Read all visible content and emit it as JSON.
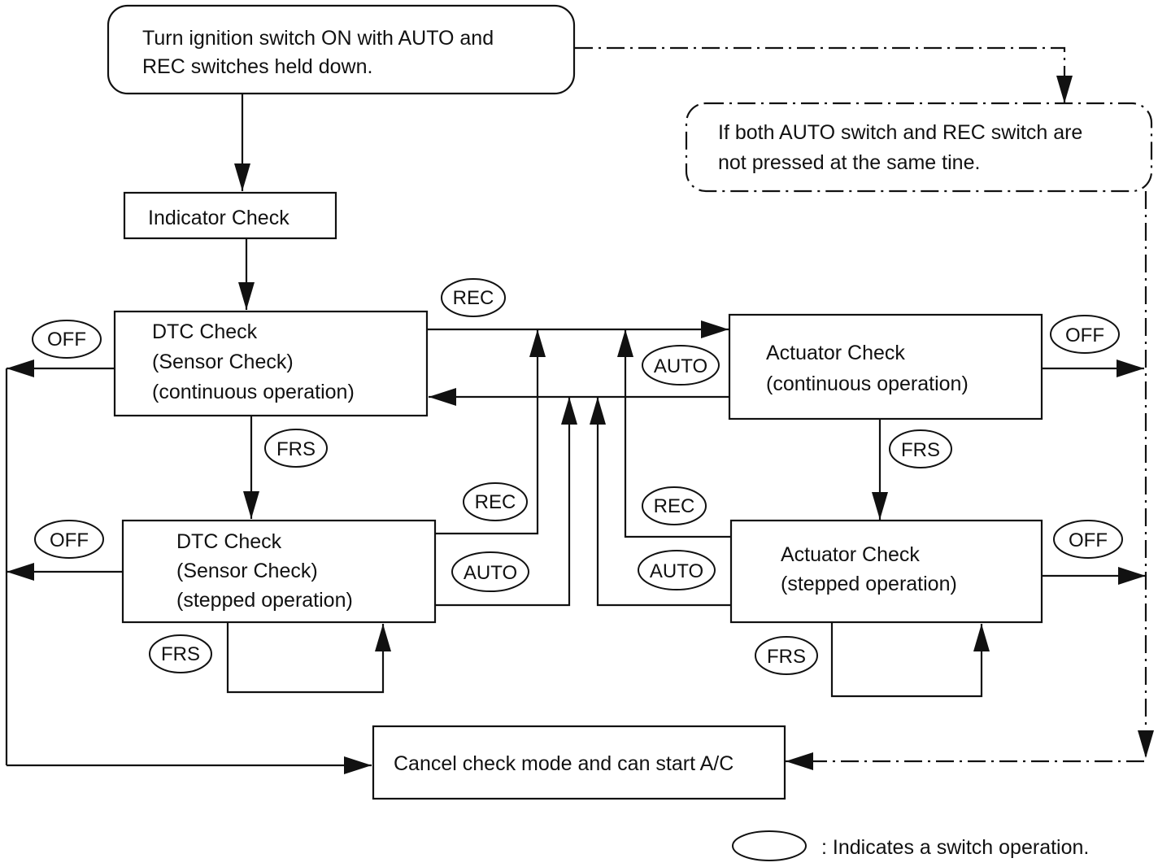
{
  "start": {
    "line1": "Turn ignition switch ON with AUTO and",
    "line2": "REC switches held down."
  },
  "not_pressed": {
    "line1": "If both AUTO switch and REC switch are",
    "line2": "not pressed at the same tine."
  },
  "indicator_check": "Indicator Check",
  "dtc_cont": {
    "line1": "DTC Check",
    "line2": "(Sensor Check)",
    "line3": "(continuous operation)"
  },
  "dtc_step": {
    "line1": "DTC Check",
    "line2": "(Sensor Check)",
    "line3": "(stepped operation)"
  },
  "act_cont": {
    "line1": "Actuator Check",
    "line2": "(continuous operation)"
  },
  "act_step": {
    "line1": "Actuator Check",
    "line2": "(stepped operation)"
  },
  "cancel": "Cancel check mode and can start A/C",
  "switches": {
    "off_1": "OFF",
    "off_2": "OFF",
    "off_3": "OFF",
    "off_4": "OFF",
    "rec_top": "REC",
    "auto_top": "AUTO",
    "frs_dtc_cont": "FRS",
    "frs_act_cont": "FRS",
    "rec_dtc_step": "REC",
    "auto_dtc_step": "AUTO",
    "rec_act_step": "REC",
    "auto_act_step": "AUTO",
    "frs_dtc_step": "FRS",
    "frs_act_step": "FRS"
  },
  "legend": ": Indicates a switch operation."
}
